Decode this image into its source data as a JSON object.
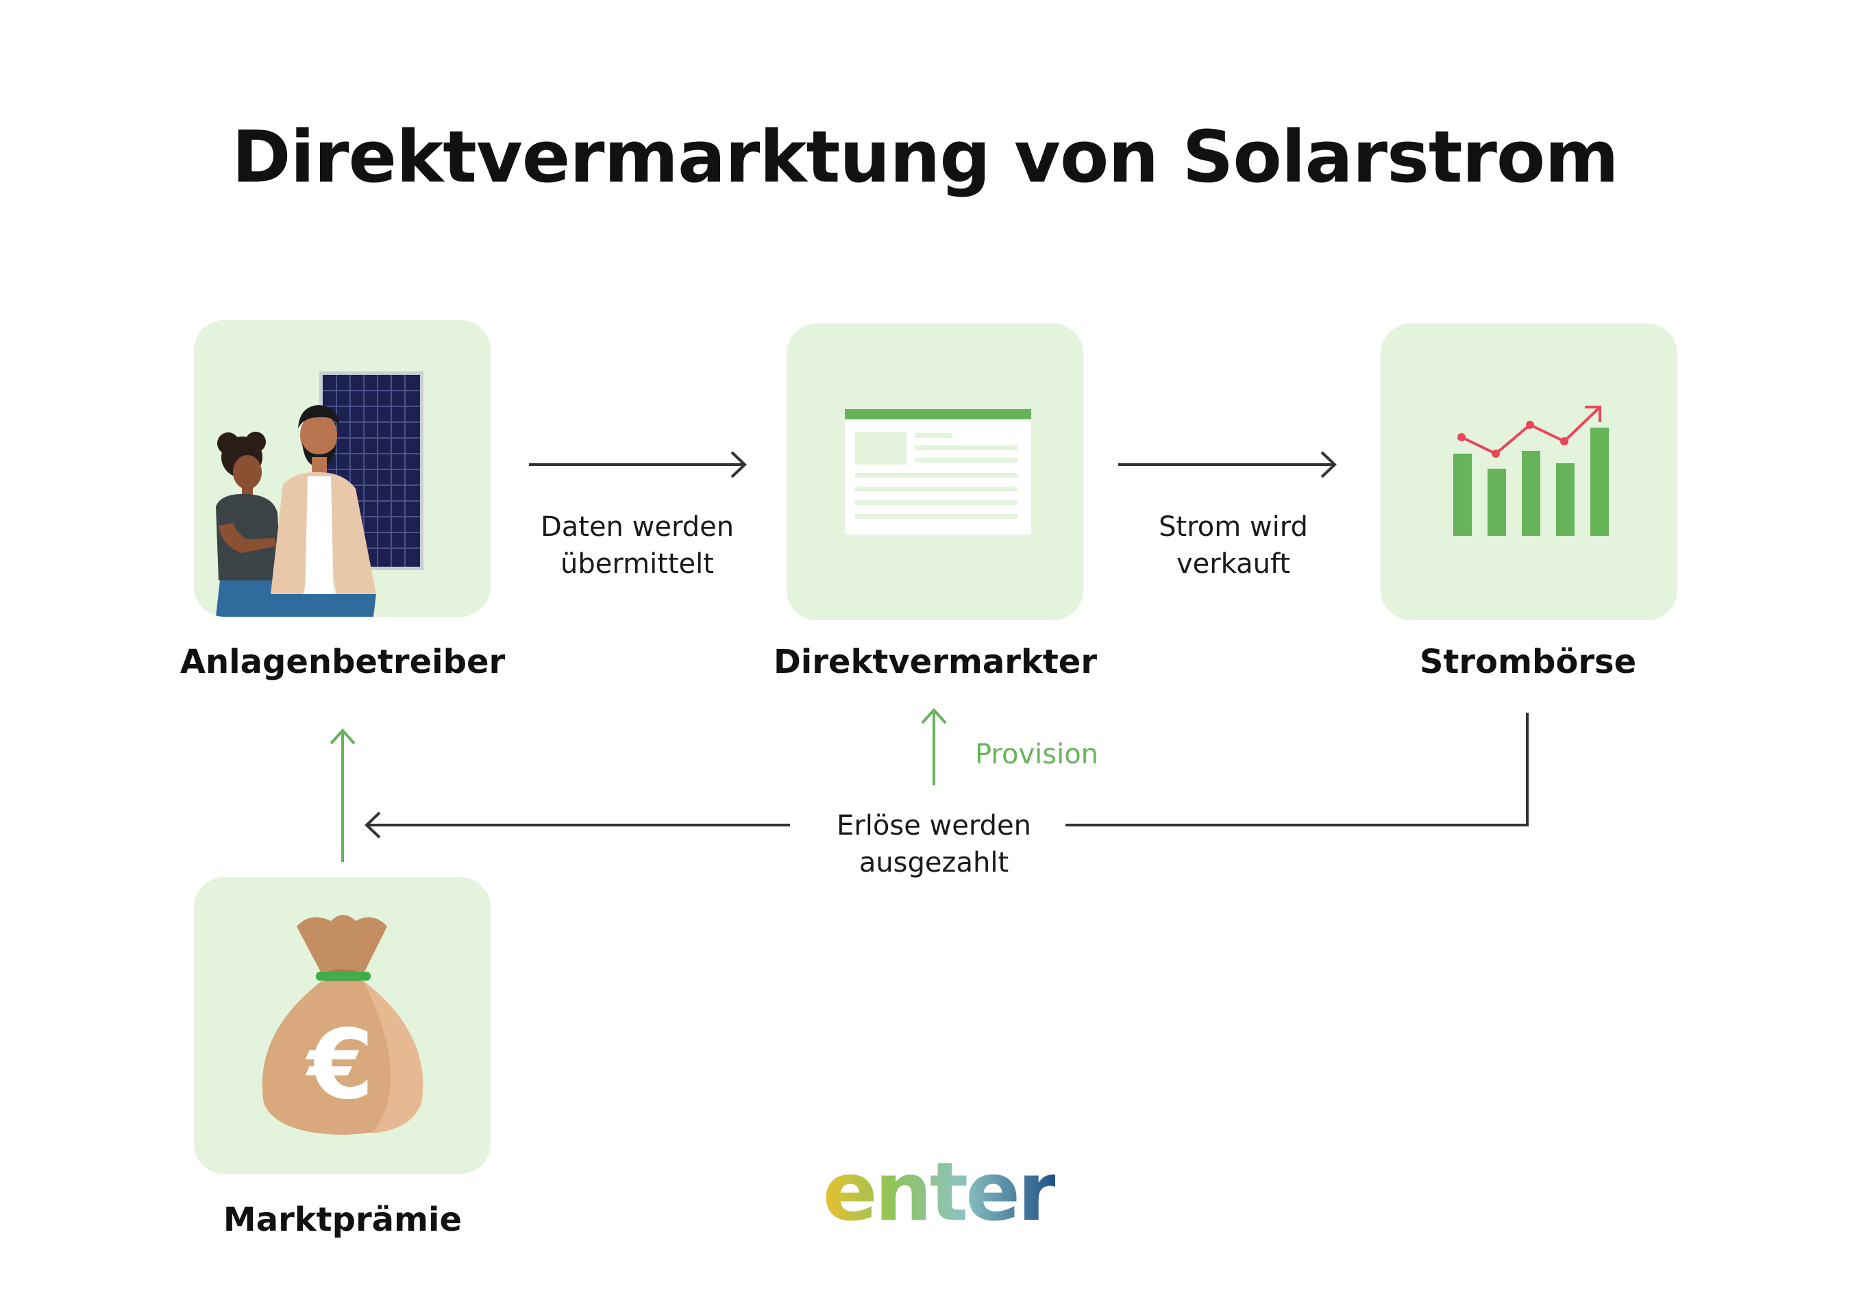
{
  "title": "Direktvermarktung von Solarstrom",
  "nodes": {
    "anlagenbetreiber": {
      "label": "Anlagenbetreiber",
      "icon": "couple-with-solar-panel-icon"
    },
    "direktvermarkter": {
      "label": "Direktvermarkter",
      "icon": "document-window-icon"
    },
    "stromboerse": {
      "label": "Strombörse",
      "icon": "bar-chart-rising-icon"
    },
    "marktpraemie": {
      "label": "Marktprämie",
      "icon": "euro-money-bag-icon"
    }
  },
  "edges": {
    "daten": {
      "line1": "Daten werden",
      "line2": "übermittelt"
    },
    "strom": {
      "line1": "Strom wird",
      "line2": "verkauft"
    },
    "erloese": {
      "line1": "Erlöse werden",
      "line2": "ausgezahlt"
    },
    "provision": {
      "label": "Provision"
    }
  },
  "logo": {
    "text": "enter"
  },
  "colors": {
    "card_bg": "#e3f3dc",
    "accent_green": "#6ab35c",
    "bar_green": "#66b35a",
    "chart_line_red": "#e8475a",
    "arrow_dark": "#333333"
  }
}
